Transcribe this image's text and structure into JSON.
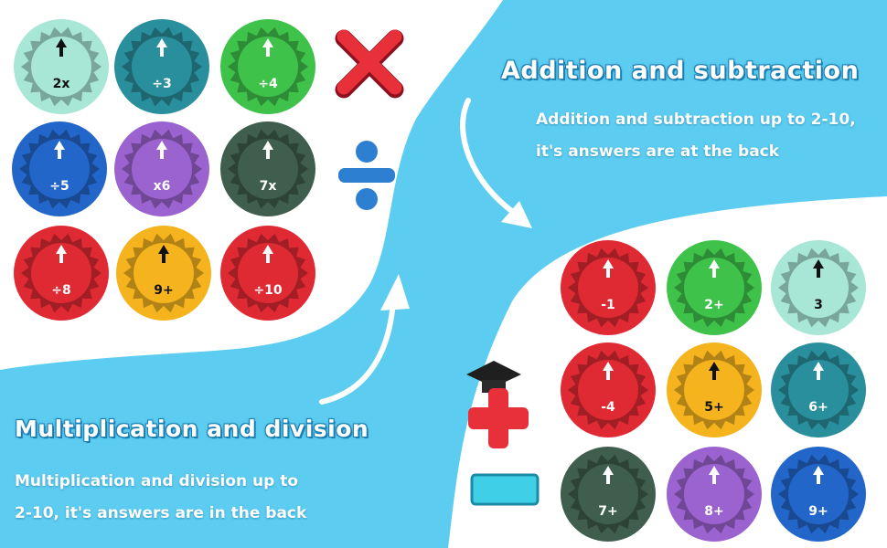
{
  "addition_section": {
    "heading": "Addition and subtraction",
    "line1": "Addition and subtraction up to 2-10,",
    "line2": "it's answers are at the back"
  },
  "multiplication_section": {
    "heading": "Multiplication and division",
    "line1": "Multiplication and division up to",
    "line2": "2-10, it's answers are in the back"
  },
  "top_discs": [
    {
      "label": "2x",
      "color": "#a8e6d6",
      "dark_text": true
    },
    {
      "label": "÷3",
      "color": "#2a8f9c",
      "dark_text": false
    },
    {
      "label": "÷4",
      "color": "#3fc24a",
      "dark_text": false
    },
    {
      "label": "÷5",
      "color": "#2366c9",
      "dark_text": false
    },
    {
      "label": "x6",
      "color": "#9b63cf",
      "dark_text": false
    },
    {
      "label": "7x",
      "color": "#3f5e4d",
      "dark_text": false
    },
    {
      "label": "÷8",
      "color": "#e02a33",
      "dark_text": false
    },
    {
      "label": "9+",
      "color": "#f5b41e",
      "dark_text": true
    },
    {
      "label": "÷10",
      "color": "#e02a33",
      "dark_text": false
    }
  ],
  "bottom_discs": [
    {
      "label": "-1",
      "color": "#e02a33",
      "dark_text": false
    },
    {
      "label": "2+",
      "color": "#3fc24a",
      "dark_text": false
    },
    {
      "label": "3",
      "color": "#a8e6d6",
      "dark_text": true
    },
    {
      "label": "-4",
      "color": "#e02a33",
      "dark_text": false
    },
    {
      "label": "5+",
      "color": "#f5b41e",
      "dark_text": true
    },
    {
      "label": "6+",
      "color": "#2a8f9c",
      "dark_text": false
    },
    {
      "label": "7+",
      "color": "#3f5e4d",
      "dark_text": false
    },
    {
      "label": "8+",
      "color": "#9b63cf",
      "dark_text": false
    },
    {
      "label": "9+",
      "color": "#2366c9",
      "dark_text": false
    }
  ],
  "colors": {
    "sky": "#5ccdf0",
    "panel": "#ffffff",
    "symbol_red": "#e8303a",
    "symbol_blue": "#2d7fd1"
  },
  "icons": [
    "multiply-symbol-icon",
    "divide-symbol-icon",
    "plus-symbol-icon",
    "minus-symbol-icon",
    "graduation-cap-icon",
    "curved-arrow-down-icon",
    "curved-arrow-up-icon"
  ]
}
